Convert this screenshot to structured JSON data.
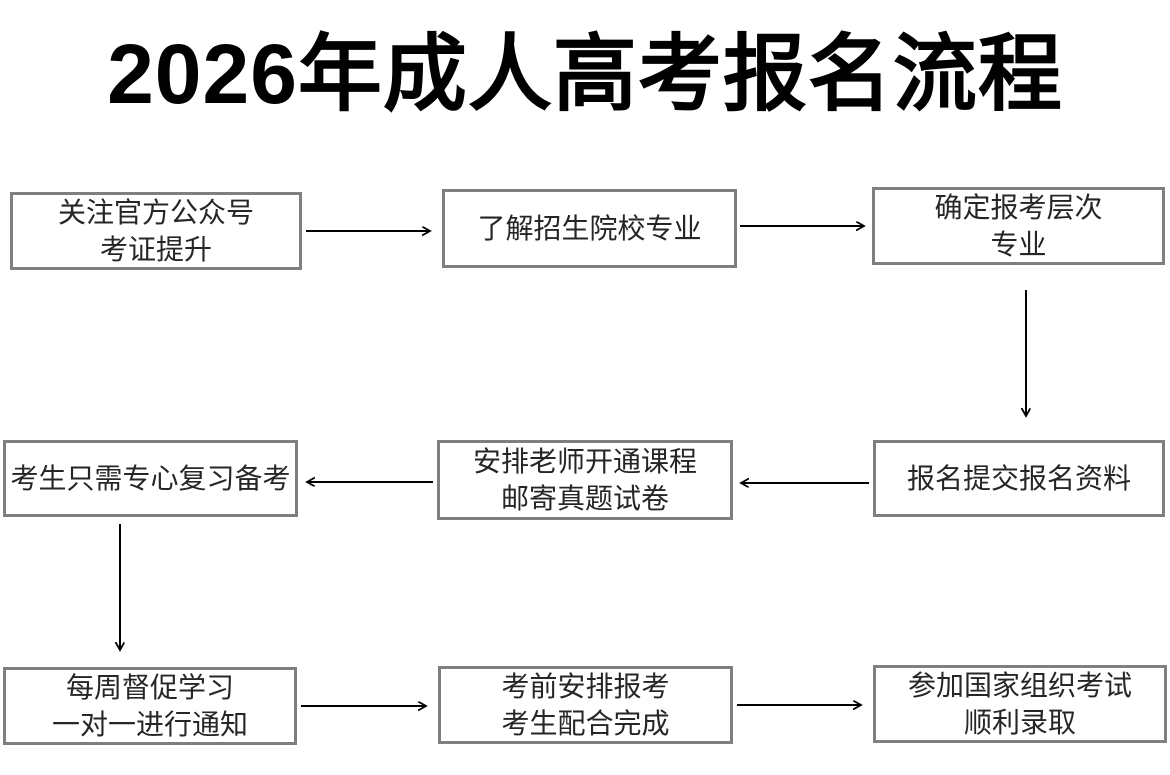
{
  "title": "2026年成人高考报名流程",
  "flowchart": {
    "nodes": [
      {
        "id": "step-1",
        "lines": [
          "关注官方公众号",
          "考证提升"
        ]
      },
      {
        "id": "step-2",
        "lines": [
          "了解招生院校专业"
        ]
      },
      {
        "id": "step-3",
        "lines": [
          "确定报考层次",
          "专业"
        ]
      },
      {
        "id": "step-4",
        "lines": [
          "报名提交报名资料"
        ]
      },
      {
        "id": "step-5",
        "lines": [
          "安排老师开通课程",
          "邮寄真题试卷"
        ]
      },
      {
        "id": "step-6",
        "lines": [
          "考生只需专心复习备考"
        ]
      },
      {
        "id": "step-7",
        "lines": [
          "每周督促学习",
          "一对一进行通知"
        ]
      },
      {
        "id": "step-8",
        "lines": [
          "考前安排报考",
          "考生配合完成"
        ]
      },
      {
        "id": "step-9",
        "lines": [
          "参加国家组织考试",
          "顺利录取"
        ]
      }
    ],
    "colors": {
      "background": "#ffffff",
      "title_text": "#000000",
      "box_border": "#7f7f7f",
      "box_text": "#262626",
      "arrow": "#000000"
    }
  }
}
